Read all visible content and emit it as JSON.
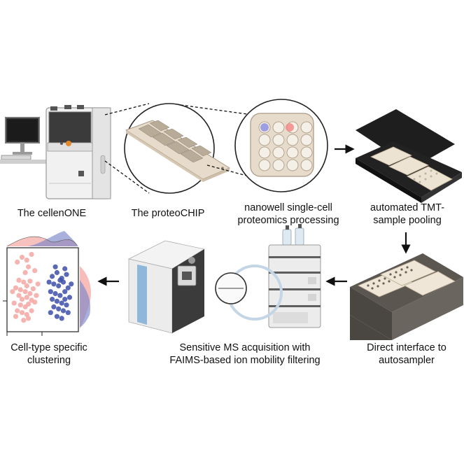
{
  "labels": {
    "cellenone": "The cellenONE",
    "proteochip": "The proteoCHIP",
    "nanowell_line1": "nanowell single-cell",
    "nanowell_line2": "proteomics processing",
    "tmt_line1": "automated TMT-",
    "tmt_line2": "sample pooling",
    "direct_line1": "Direct interface to",
    "direct_line2": "autosampler",
    "ms_line1": "Sensitive MS acquisition with",
    "ms_line2": "FAIMS-based ion mobility filtering",
    "cluster_line1": "Cell-type specific",
    "cluster_line2": "clustering"
  },
  "colors": {
    "cluster_a": "#f4a7a3",
    "cluster_b": "#3d4fa8",
    "instrument_body": "#e9e9e9",
    "chip": "#e7dccb",
    "box": "#5b5650"
  },
  "scatter": {
    "series": [
      {
        "color_key": "cluster_a",
        "points": [
          [
            -3.2,
            3.1
          ],
          [
            -2.6,
            3.6
          ],
          [
            -2.0,
            3.3
          ],
          [
            -1.4,
            3.9
          ],
          [
            -1.8,
            2.6
          ],
          [
            -3.0,
            1.2
          ],
          [
            -2.4,
            1.0
          ],
          [
            -2.0,
            0.6
          ],
          [
            -1.6,
            1.1
          ],
          [
            -3.4,
            0.4
          ],
          [
            -2.8,
            0.2
          ],
          [
            -2.2,
            0.0
          ],
          [
            -1.6,
            -0.2
          ],
          [
            -1.2,
            0.3
          ],
          [
            -3.0,
            -0.4
          ],
          [
            -2.6,
            -0.8
          ],
          [
            -2.0,
            -0.6
          ],
          [
            -1.4,
            -0.9
          ],
          [
            -3.6,
            -1.2
          ],
          [
            -2.8,
            -1.4
          ],
          [
            -2.2,
            -1.6
          ],
          [
            -1.8,
            -1.3
          ],
          [
            -1.0,
            -1.1
          ],
          [
            -3.2,
            -2.0
          ],
          [
            -2.6,
            -2.2
          ],
          [
            -2.0,
            -2.4
          ],
          [
            -1.4,
            -2.0
          ],
          [
            -2.4,
            -3.0
          ],
          [
            -1.8,
            -2.8
          ],
          [
            -0.6,
            0.8
          ],
          [
            -0.8,
            -0.4
          ],
          [
            -3.8,
            0.0
          ],
          [
            -3.4,
            -2.6
          ],
          [
            -1.0,
            2.2
          ],
          [
            -2.2,
            2.0
          ]
        ]
      },
      {
        "color_key": "cluster_b",
        "points": [
          [
            1.2,
            1.6
          ],
          [
            1.8,
            2.0
          ],
          [
            2.4,
            1.4
          ],
          [
            3.0,
            1.8
          ],
          [
            1.4,
            0.8
          ],
          [
            2.0,
            0.6
          ],
          [
            2.6,
            1.0
          ],
          [
            3.2,
            0.4
          ],
          [
            1.0,
            0.0
          ],
          [
            1.6,
            -0.2
          ],
          [
            2.2,
            -0.4
          ],
          [
            2.8,
            0.0
          ],
          [
            3.4,
            -0.6
          ],
          [
            1.2,
            -0.8
          ],
          [
            1.8,
            -1.0
          ],
          [
            2.4,
            -1.2
          ],
          [
            3.0,
            -1.4
          ],
          [
            1.4,
            -1.6
          ],
          [
            2.0,
            -1.8
          ],
          [
            2.6,
            -2.0
          ],
          [
            3.2,
            -2.2
          ],
          [
            1.8,
            -2.6
          ],
          [
            2.4,
            -2.8
          ],
          [
            1.0,
            -2.2
          ],
          [
            2.8,
            -0.8
          ],
          [
            2.2,
            1.2
          ],
          [
            0.8,
            1.0
          ],
          [
            3.6,
            0.8
          ],
          [
            1.6,
            2.6
          ],
          [
            2.8,
            2.4
          ]
        ]
      }
    ]
  }
}
